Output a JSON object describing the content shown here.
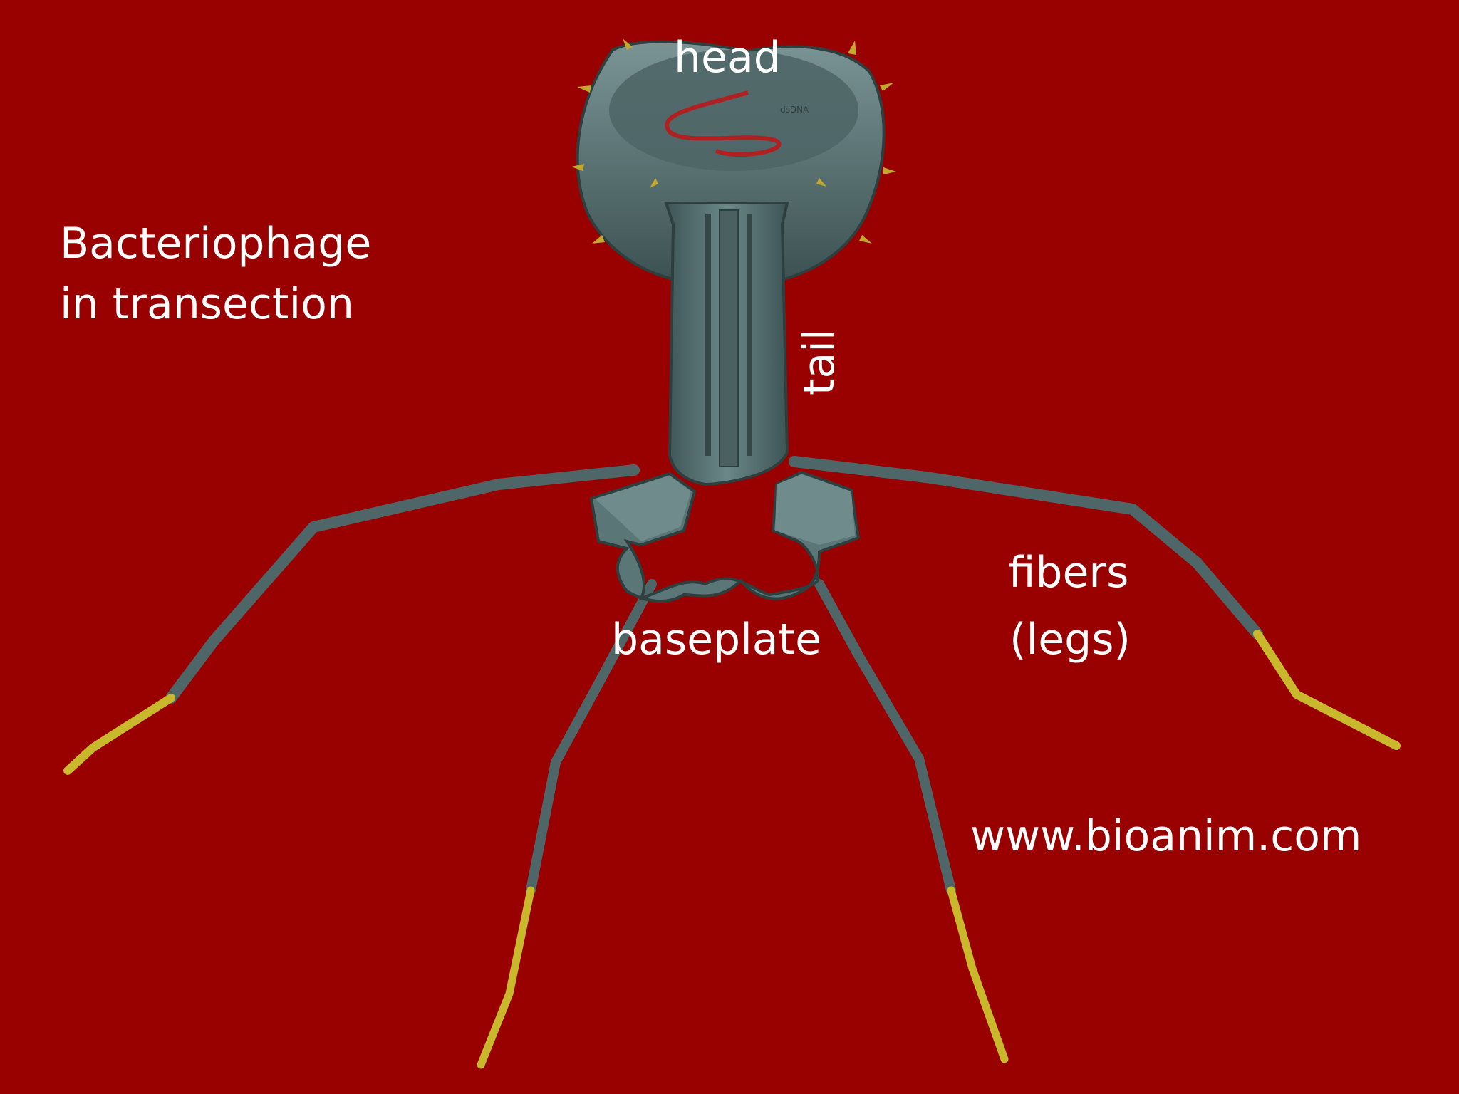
{
  "title": {
    "line1": "Bacteriophage",
    "line2": "in transection"
  },
  "labels": {
    "head": "head",
    "tail": "tail",
    "baseplate": "baseplate",
    "fibers_line1": "fibers",
    "fibers_line2": "(legs)",
    "dna": "dsDNA"
  },
  "credit": "www.bioanim.com",
  "colors": {
    "background": "#990000",
    "body": "#5b7677",
    "body_shadow": "#3d5253",
    "fiber_tip": "#c9b82c",
    "dna": "#b02020",
    "text": "#ffffff"
  }
}
